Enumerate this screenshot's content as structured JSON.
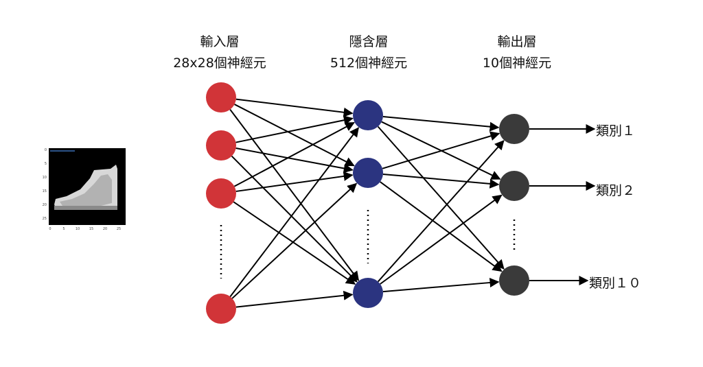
{
  "layers": {
    "input": {
      "title": "輸入層",
      "subtitle": "28x28個神經元",
      "node_color": "#d13438",
      "nodes_drawn": 4
    },
    "hidden": {
      "title": "隱含層",
      "subtitle": "512個神經元",
      "node_color": "#2b3480",
      "nodes_drawn": 3
    },
    "output": {
      "title": "輸出層",
      "subtitle": "10個神經元",
      "node_color": "#3a3a3a",
      "nodes_drawn": 3
    }
  },
  "outputs": [
    {
      "label": "類別１"
    },
    {
      "label": "類別２"
    },
    {
      "label": "類別１０"
    }
  ],
  "edge_color": "#000000",
  "input_image": {
    "subject": "fashion-mnist ankle boot",
    "x_ticks": [
      "0",
      "5",
      "10",
      "15",
      "20",
      "25"
    ],
    "y_ticks": [
      "0",
      "5",
      "10",
      "15",
      "20",
      "25"
    ]
  }
}
